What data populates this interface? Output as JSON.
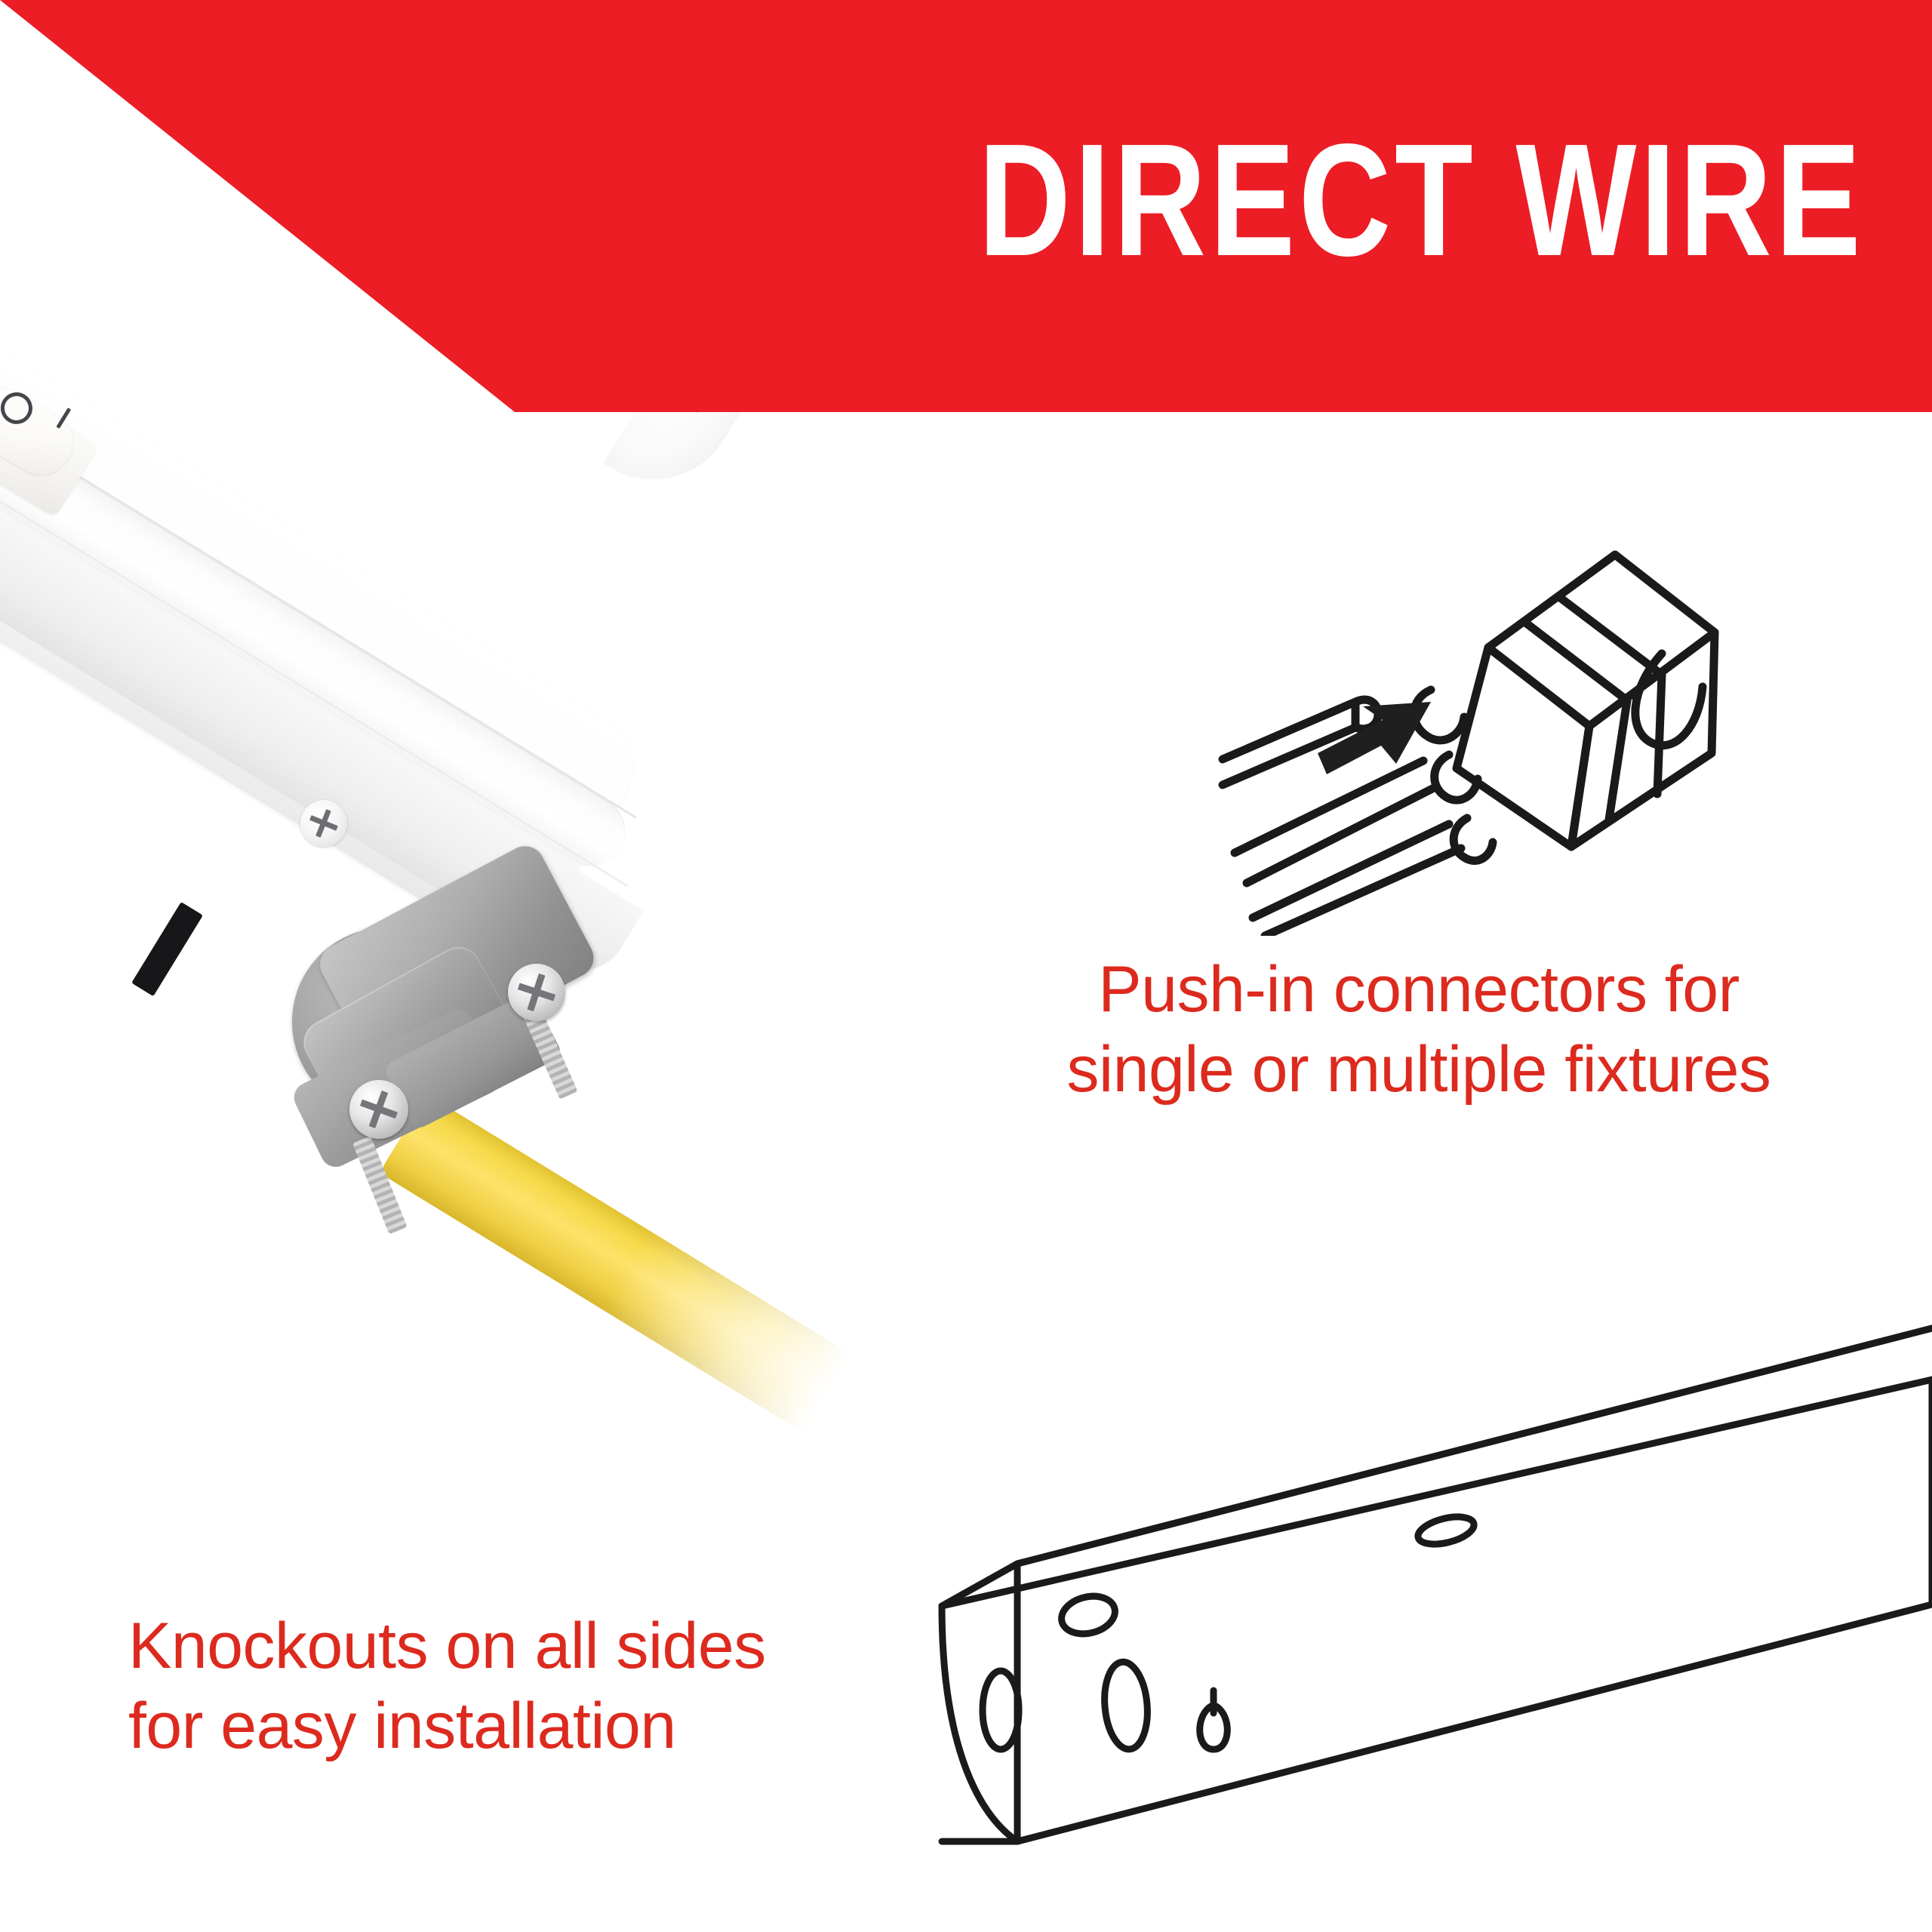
{
  "banner": {
    "title": "DIRECT WIRE",
    "background_color": "#ec1d25",
    "title_color": "#ffffff"
  },
  "theme": {
    "accent_red": "#ec1d25",
    "caption_red": "#dd2a1e",
    "page_background": "#ffffff",
    "line_art_stroke": "#1a1a1a",
    "cable_yellow": "#f6d94a",
    "metal_grey": "#a6a6a6"
  },
  "product_photo": {
    "alt_name": "white under-cabinet led light bar",
    "switch": {
      "name": "rocker switch",
      "on_symbol": "O",
      "off_symbol": "—"
    },
    "parts": [
      "fixture-housing",
      "diffuser-lens",
      "end-cap",
      "knockout-slot",
      "mounting-screw",
      "cable-clamp",
      "romex-cable"
    ]
  },
  "features": [
    {
      "id": "push-in-connectors",
      "caption_lines": [
        "Push-in connectors for",
        "single or multiple fixtures"
      ],
      "illustration": "push-in-connector-diagram"
    },
    {
      "id": "knockouts",
      "caption_lines": [
        "Knockouts on all sides",
        "for easy installation"
      ],
      "illustration": "knockout-housing-diagram"
    }
  ]
}
